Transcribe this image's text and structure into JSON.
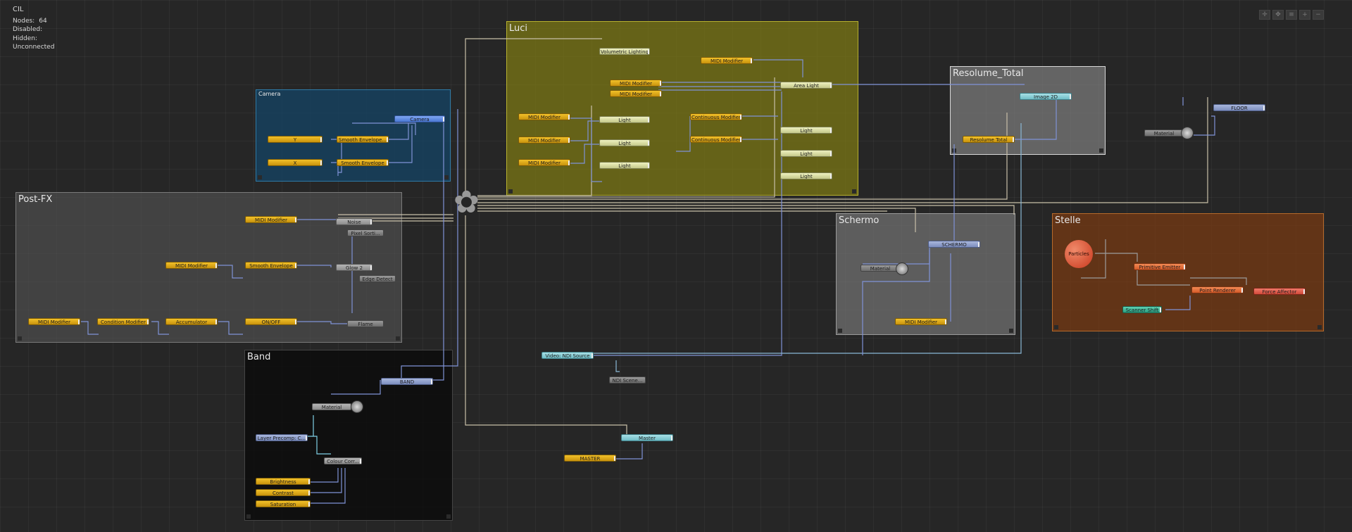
{
  "stats": {
    "title": "CIL",
    "nodes_label": "Nodes:",
    "nodes_value": "64",
    "disabled_label": "Disabled:",
    "hidden_label": "Hidden:",
    "unconnected_label": "Unconnected"
  },
  "toolbar": [
    "✛",
    "✥",
    "≡",
    "+",
    "−"
  ],
  "groups": {
    "luci": "Luci",
    "camera": "Camera",
    "postfx": "Post-FX",
    "band": "Band",
    "resolume": "Resolume_Total",
    "schermo": "Schermo",
    "stelle": "Stelle"
  },
  "nodes": {
    "volumetric": "Volumetric Lighting",
    "midi_mod_luci_top": "MIDI Modifier",
    "midi_mod_luci_1": "MIDI Modifier",
    "midi_mod_luci_2": "MIDI Modifier",
    "area_light": "Area Light",
    "midi_mod_a": "MIDI Modifier",
    "midi_mod_b": "MIDI Modifier",
    "midi_mod_c": "MIDI Modifier",
    "light_1": "Light",
    "light_2": "Light",
    "light_3": "Light",
    "cont_mod_1": "Continuous Modifier",
    "cont_mod_2": "Continuous Modifier",
    "light_r1": "Light",
    "light_r2": "Light",
    "light_r3": "Light",
    "camera": "Camera",
    "cam_y": "Y",
    "cam_x": "X",
    "smooth_env_1": "Smooth Envelope...",
    "smooth_env_2": "Smooth Envelope",
    "fx_midi_1": "MIDI Modifier",
    "fx_noise": "Noise",
    "fx_pixel": "Pixel Sorti...",
    "fx_midi_2": "MIDI Modifier",
    "fx_smooth": "Smooth Envelope",
    "fx_glow": "Glow 2",
    "fx_edge": "Edge Detect",
    "fx_midi_3": "MIDI Modifier",
    "fx_condition": "Condition Modifier",
    "fx_accum": "Accumulator",
    "fx_onoff": "ON/OFF",
    "fx_flame": "Flame",
    "band": "BAND",
    "band_material": "Material",
    "band_layer": "Layer Precomp: C...",
    "band_colour": "Colour Corr...",
    "band_bright": "Brightness",
    "band_contrast": "Contrast",
    "band_sat": "Saturation",
    "video_ndi": "Video: NDI Source",
    "ndi_scene": "NDI Scene...",
    "master": "Master",
    "master_in": "MASTER",
    "resolume_total": "Resolume Total",
    "image_2d": "Image 2D",
    "schermo_screen": "SCHERMO",
    "schermo_material": "Material",
    "schermo_midi": "MIDI Modifier",
    "floor": "FLOOR",
    "floor_material": "Material",
    "stelle_sphere": "Particles",
    "stelle_emitter": "Primitive Emitter",
    "stelle_renderer": "Point Renderer",
    "stelle_affector": "Force Affector",
    "stelle_scanner": "Scanner Shift"
  }
}
